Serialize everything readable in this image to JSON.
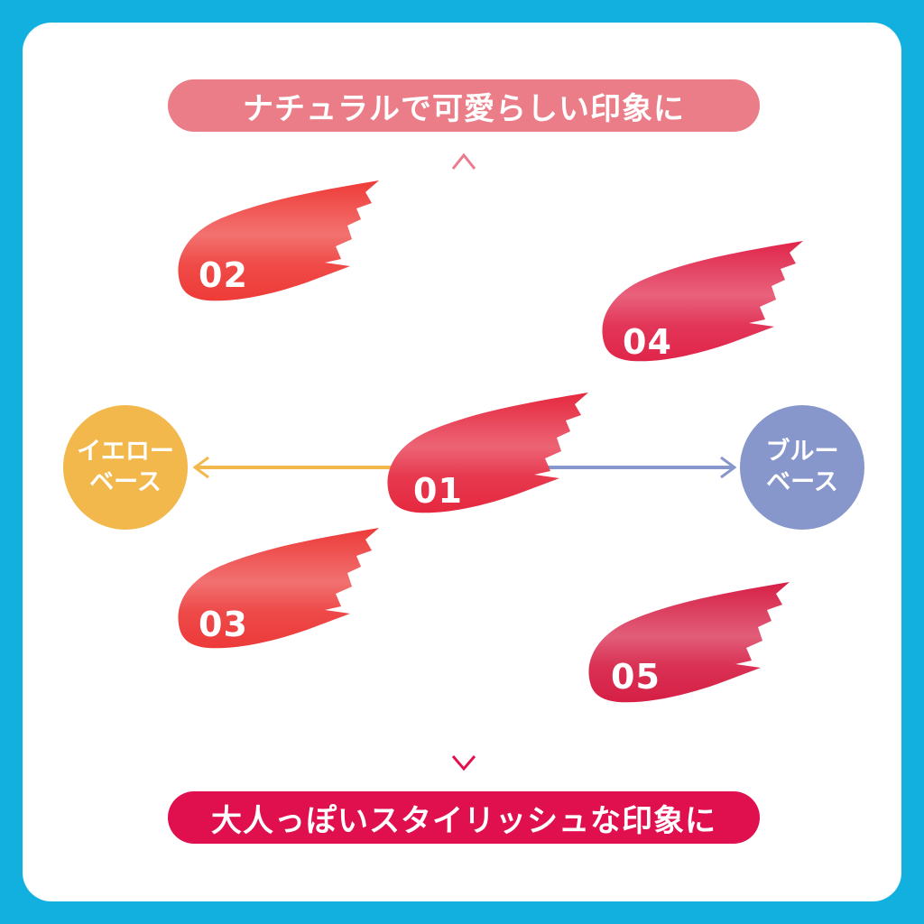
{
  "frame": {
    "border_color": "#12b0df",
    "background": "#ffffff"
  },
  "top_label": {
    "text": "ナチュラルで可愛らしい印象に",
    "color": "#ea7d87"
  },
  "bottom_label": {
    "text": "大人っぽいスタイリッシュな印象に",
    "color": "#e0104f"
  },
  "left_label": {
    "line1": "イエロー",
    "line2": "ベース",
    "color": "#f2b84b"
  },
  "right_label": {
    "line1": "ブルー",
    "line2": "ベース",
    "color": "#8797cc"
  },
  "axes": {
    "vertical_top_color": "#ec7a8c",
    "vertical_bottom_color": "#e0134f",
    "horizontal_left_color": "#f2b84b",
    "horizontal_right_color": "#8797cc"
  },
  "swatches": [
    {
      "id": "01",
      "label": "01",
      "color": "#e5283f",
      "quadrant": "center"
    },
    {
      "id": "02",
      "label": "02",
      "color": "#ee3b38",
      "quadrant": "top-left"
    },
    {
      "id": "03",
      "label": "03",
      "color": "#ec3a39",
      "quadrant": "bottom-left"
    },
    {
      "id": "04",
      "label": "04",
      "color": "#e0254a",
      "quadrant": "top-right"
    },
    {
      "id": "05",
      "label": "05",
      "color": "#d61f45",
      "quadrant": "bottom-right"
    }
  ]
}
